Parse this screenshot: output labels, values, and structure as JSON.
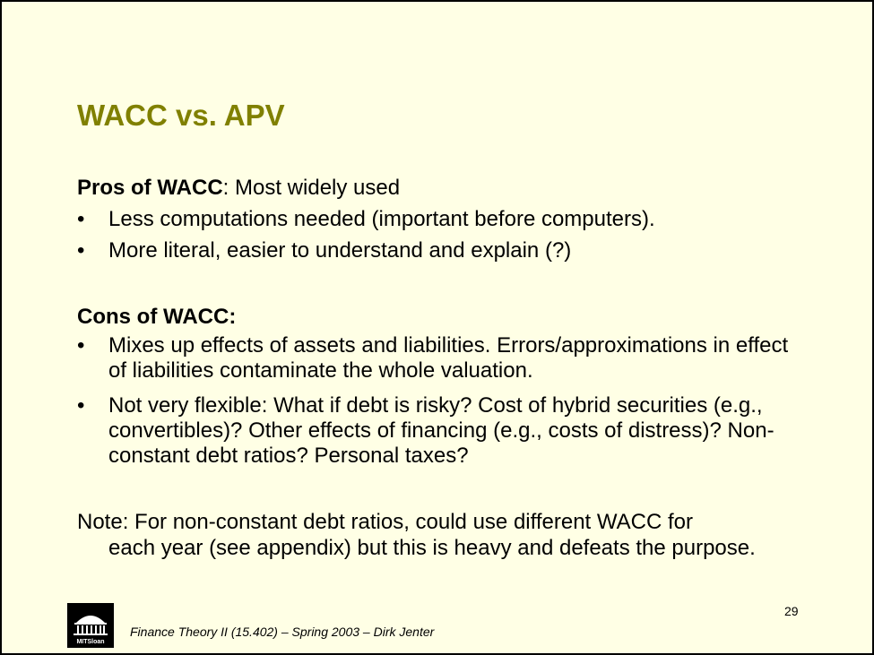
{
  "slide": {
    "title": "WACC vs. APV",
    "pros": {
      "heading_bold": "Pros of WACC",
      "heading_rest": ": Most widely used",
      "bullets": [
        "Less computations needed (important before computers).",
        "More literal, easier to understand and explain (?)"
      ]
    },
    "cons": {
      "heading_bold": "Cons of WACC:",
      "bullets": [
        "Mixes up effects of assets and liabilities. Errors/approximations in effect of liabilities contaminate the whole valuation.",
        "Not very flexible: What if debt is risky? Cost of hybrid securities (e.g., convertibles)? Other effects of financing (e.g., costs of distress)? Non-constant debt ratios? Personal taxes?"
      ]
    },
    "note": {
      "first_line": "Note: For non-constant debt ratios, could use different WACC for",
      "rest": "each year (see appendix) but this is heavy and defeats the purpose."
    },
    "bullet_char": "•",
    "page_number": "29",
    "footer": "Finance Theory II (15.402) – Spring 2003 – Dirk Jenter",
    "logo_text": "MITSloan",
    "colors": {
      "title": "#808000",
      "background": "#ffffe5"
    }
  }
}
